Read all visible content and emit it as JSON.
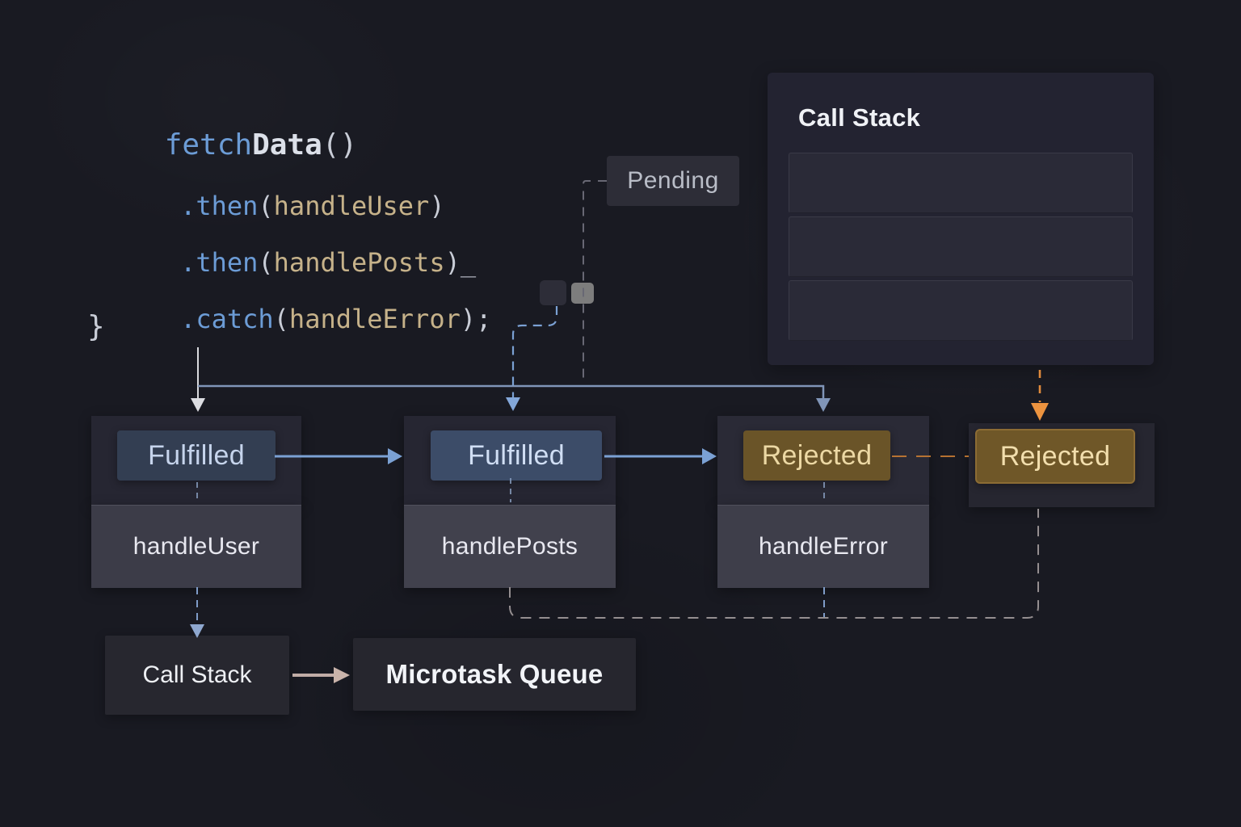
{
  "code": {
    "line1": {
      "fn": "fetch",
      "name": "Data",
      "parens": "()"
    },
    "line2": {
      "method": ".then",
      "open": "(",
      "arg": "handleUser",
      "close": ")"
    },
    "line3": {
      "method": ".then",
      "open": "(",
      "arg": "handlePosts",
      "close": ")",
      "cursor": "_"
    },
    "line4": {
      "method": ".catch",
      "open": "(",
      "arg": "handleError",
      "close": ");"
    },
    "line5": {
      "brace": "}"
    }
  },
  "pending": {
    "label": "Pending"
  },
  "call_stack_panel": {
    "title": "Call Stack",
    "slots": 3
  },
  "columns": [
    {
      "state": "Fulfilled",
      "handler": "handleUser"
    },
    {
      "state": "Fulfilled",
      "handler": "handlePosts"
    },
    {
      "state": "Rejected",
      "handler": "handleError"
    }
  ],
  "final_state": {
    "label": "Rejected"
  },
  "bottom": {
    "call_stack": "Call Stack",
    "microtask_queue": "Microtask Queue"
  },
  "colors": {
    "background": "#191a22",
    "code_keyword_blue": "#6c9cd6",
    "code_identifier_tan": "#c6b28a",
    "fulfilled_badge_bg": "#333e52",
    "fulfilled_badge_text": "#c6d4ec",
    "rejected_badge_bg": "#6a5428",
    "rejected_badge_text": "#ecd8a4",
    "arrow_blue": "#7ba1d4",
    "arrow_orange": "#e08a3c",
    "dash_gray": "#686874",
    "return_dash_warm_gray": "#948e90",
    "bottom_arrow": "#c0aca6"
  }
}
